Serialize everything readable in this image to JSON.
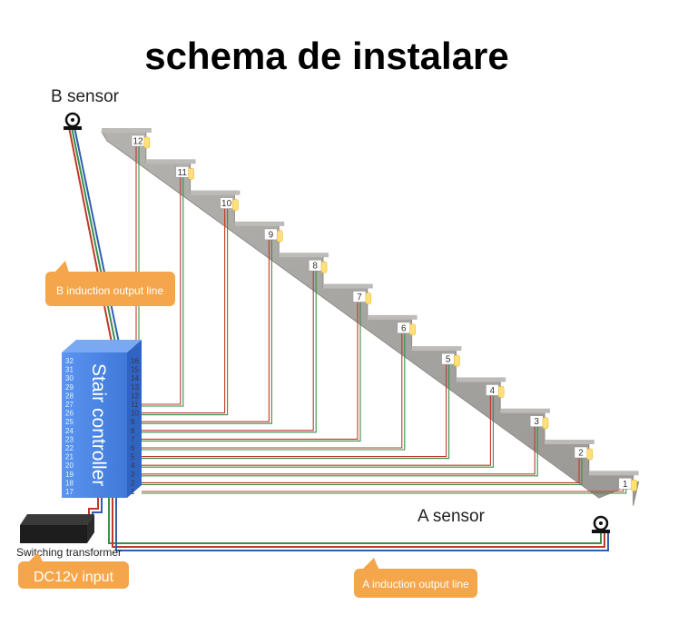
{
  "title": "schema de instalare",
  "b_sensor_label": "B sensor",
  "a_sensor_label": "A sensor",
  "b_output_label": "B induction output line",
  "a_output_label": "A induction output line",
  "controller_label": "Stair controller",
  "transformer_label": "Switching transformer",
  "power_label": "DC12v input",
  "controller_pins_left": [
    "32",
    "31",
    "30",
    "29",
    "28",
    "27",
    "26",
    "25",
    "24",
    "23",
    "22",
    "21",
    "20",
    "19",
    "18",
    "17"
  ],
  "controller_pins_right": [
    "16",
    "15",
    "14",
    "13",
    "12",
    "11",
    "10",
    "9",
    "8",
    "7",
    "6",
    "5",
    "4",
    "3",
    "2",
    "1"
  ],
  "steps": [
    "12",
    "11",
    "10",
    "9",
    "8",
    "7",
    "6",
    "5",
    "4",
    "3",
    "2",
    "1"
  ],
  "colors": {
    "callout": "#f5a64a",
    "controller": "#4a86e8",
    "concrete": "#a8a6a2",
    "wire_red": "#c0392b",
    "wire_green": "#3a8f4a",
    "wire_blue": "#2e5fb0"
  }
}
